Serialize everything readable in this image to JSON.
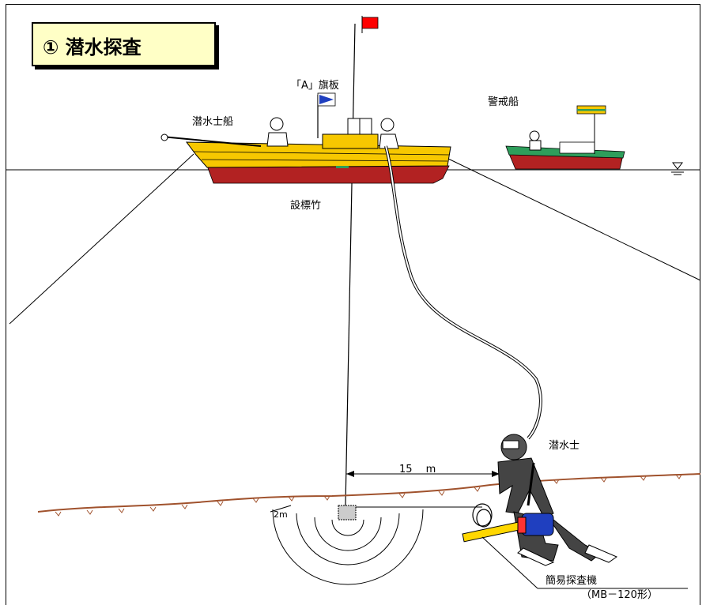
{
  "title": "① 潜水探査",
  "labels": {
    "flag_a": "「A」旗板",
    "diver_boat": "潜水士船",
    "guard_boat": "警戒船",
    "marker_pole": "設標竹",
    "diver": "潜水士",
    "distance": "15　 m",
    "radius": "2m",
    "detector": "簡易探査機",
    "detector_model": "（MB－120形）"
  },
  "colors": {
    "boat_hull_yellow": "#f7c800",
    "boat_hull_red": "#b22222",
    "guard_boat_green": "#2e9e5b",
    "seabed_brown": "#a0522d",
    "flag_red": "#ff0000",
    "flag_blue": "#1f3fbf",
    "detector_blue": "#1f3fbf",
    "detector_yellow": "#ffd700",
    "title_bg": "#ffffc6"
  }
}
